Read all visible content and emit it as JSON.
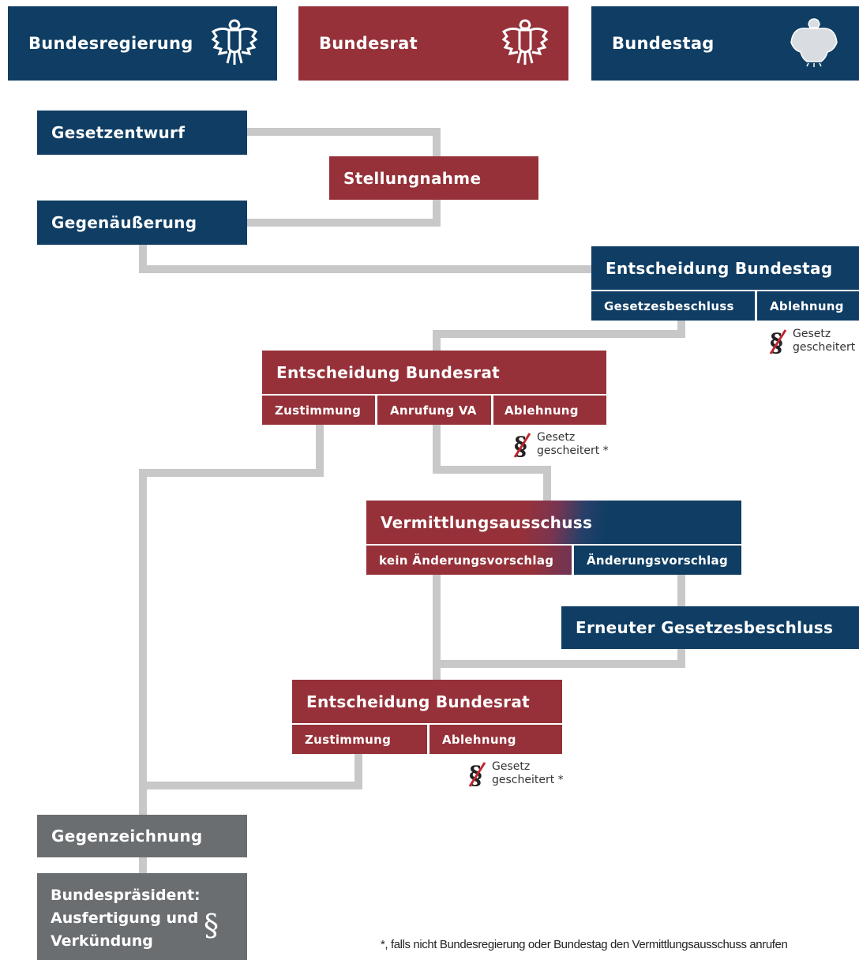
{
  "header": {
    "bundesregierung": "Bundesregierung",
    "bundesrat": "Bundesrat",
    "bundestag": "Bundestag"
  },
  "nodes": {
    "gesetzentwurf": "Gesetzentwurf",
    "stellungnahme": "Stellungnahme",
    "gegenaeusserung": "Gegenäußerung",
    "entscheidung_bundestag": "Entscheidung Bundestag",
    "bt_gesetzesbeschluss": "Gesetzesbeschluss",
    "bt_ablehnung": "Ablehnung",
    "entscheidung_bundesrat_1": "Entscheidung Bundesrat",
    "br1_zustimmung": "Zustimmung",
    "br1_anrufung": "Anrufung VA",
    "br1_ablehnung": "Ablehnung",
    "vermittlungsausschuss": "Vermittlungsausschuss",
    "va_kein": "kein Änderungsvorschlag",
    "va_aenderung": "Änderungsvorschlag",
    "erneuter_beschluss": "Erneuter Gesetzesbeschluss",
    "entscheidung_bundesrat_2": "Entscheidung Bundesrat",
    "br2_zustimmung": "Zustimmung",
    "br2_ablehnung": "Ablehnung",
    "gegenzeichnung": "Gegenzeichnung",
    "bp_line1": "Bundespräsident:",
    "bp_line2": "Ausfertigung und",
    "bp_line3": "Verkündung",
    "paragraph_symbol": "§"
  },
  "failed": {
    "bt": {
      "line1": "Gesetz",
      "line2": "gescheitert"
    },
    "br1": {
      "line1": "Gesetz",
      "line2": "gescheitert *"
    },
    "br2": {
      "line1": "Gesetz",
      "line2": "gescheitert *"
    }
  },
  "footnote": "*, falls nicht Bundesregierung oder Bundestag den Vermittlungsausschuss anrufen",
  "colors": {
    "blue": "#0f3d63",
    "red": "#963139",
    "grey": "#6a6e71",
    "connector": "#c8c8c8"
  },
  "icons": [
    "eagle-icon",
    "bundestag-eagle-icon",
    "crossed-paragraph-icon"
  ]
}
